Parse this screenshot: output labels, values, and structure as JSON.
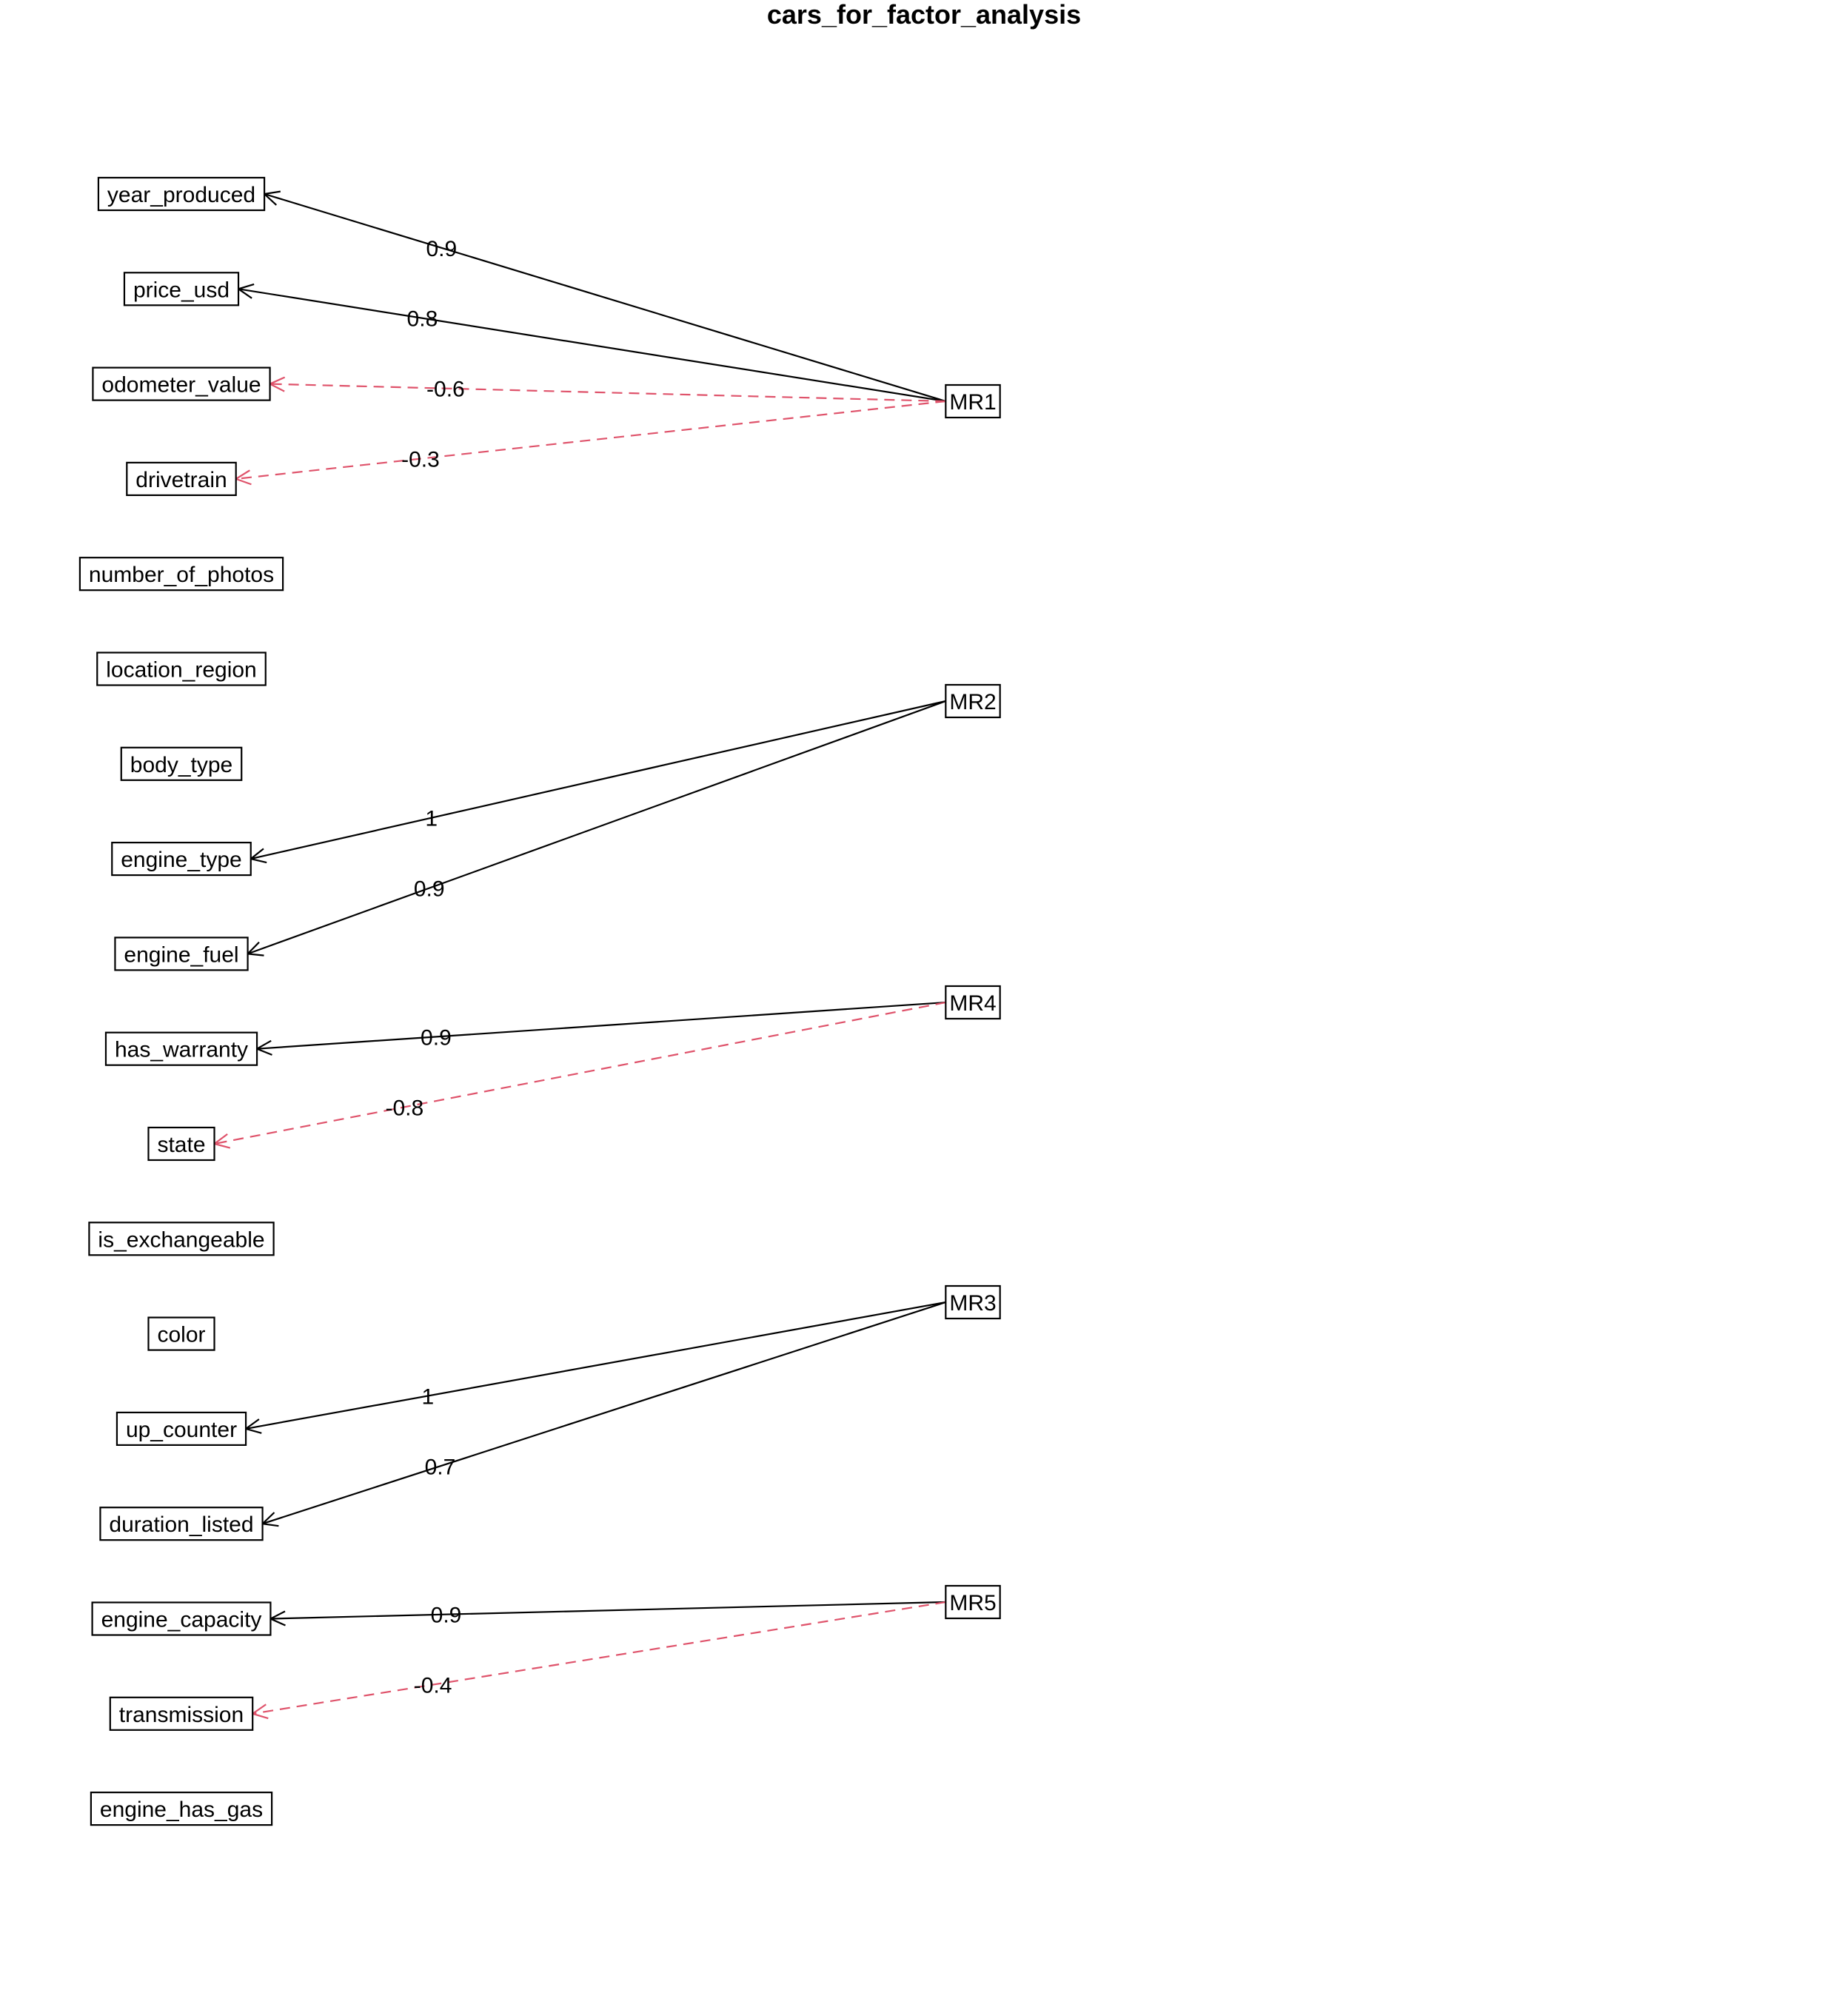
{
  "title": "cars_for_factor_analysis",
  "colors": {
    "positive": "#000000",
    "negative": "#DF536B",
    "background": "#ffffff"
  },
  "variables": [
    "year_produced",
    "price_usd",
    "odometer_value",
    "drivetrain",
    "number_of_photos",
    "location_region",
    "body_type",
    "engine_type",
    "engine_fuel",
    "has_warranty",
    "state",
    "is_exchangeable",
    "color",
    "up_counter",
    "duration_listed",
    "engine_capacity",
    "transmission",
    "engine_has_gas"
  ],
  "factors": [
    "MR1",
    "MR2",
    "MR4",
    "MR3",
    "MR5"
  ],
  "loadings": [
    {
      "factor": "MR1",
      "variable": "year_produced",
      "label": "0.9",
      "value": 0.9
    },
    {
      "factor": "MR1",
      "variable": "price_usd",
      "label": "0.8",
      "value": 0.8
    },
    {
      "factor": "MR1",
      "variable": "odometer_value",
      "label": "-0.6",
      "value": -0.6
    },
    {
      "factor": "MR1",
      "variable": "drivetrain",
      "label": "-0.3",
      "value": -0.3
    },
    {
      "factor": "MR2",
      "variable": "engine_type",
      "label": "1",
      "value": 1
    },
    {
      "factor": "MR2",
      "variable": "engine_fuel",
      "label": "0.9",
      "value": 0.9
    },
    {
      "factor": "MR4",
      "variable": "has_warranty",
      "label": "0.9",
      "value": 0.9
    },
    {
      "factor": "MR4",
      "variable": "state",
      "label": "-0.8",
      "value": -0.8
    },
    {
      "factor": "MR3",
      "variable": "up_counter",
      "label": "1",
      "value": 1
    },
    {
      "factor": "MR3",
      "variable": "duration_listed",
      "label": "0.7",
      "value": 0.7
    },
    {
      "factor": "MR5",
      "variable": "engine_capacity",
      "label": "0.9",
      "value": 0.9
    },
    {
      "factor": "MR5",
      "variable": "transmission",
      "label": "-0.4",
      "value": -0.4
    }
  ]
}
